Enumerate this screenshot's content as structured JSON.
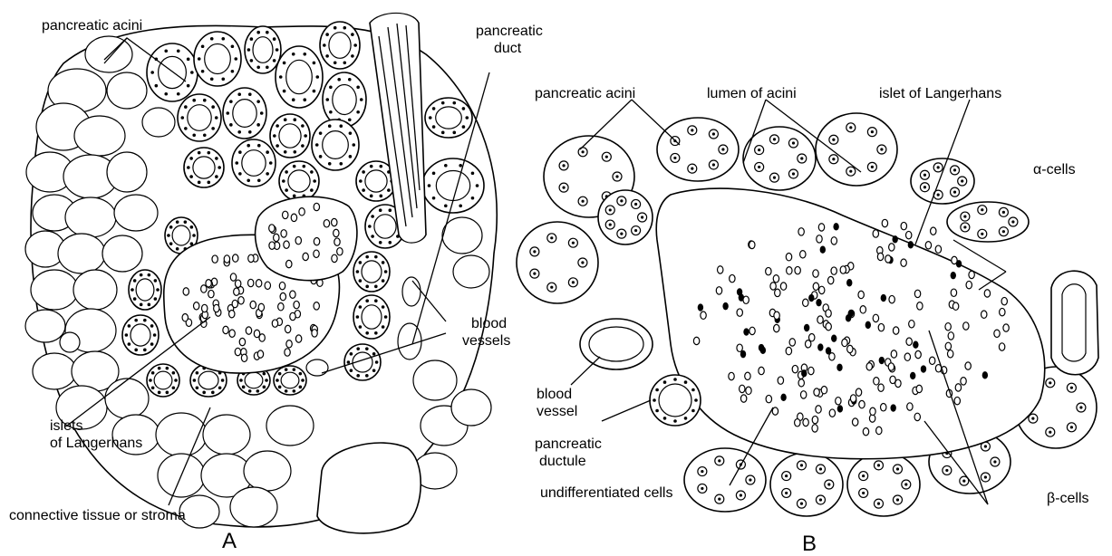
{
  "panel_a": {
    "letter": "A",
    "labels": {
      "pancreatic_acini": "pancreatic acini",
      "pancreatic_duct_line1": "pancreatic",
      "pancreatic_duct_line2": "duct",
      "blood_vessels_line1": "blood",
      "blood_vessels_line2": "vessels",
      "islets_line1": "islets",
      "islets_line2": "of Langerhans",
      "connective_tissue": "connective tissue or stroma"
    }
  },
  "panel_b": {
    "letter": "B",
    "labels": {
      "pancreatic_acini": "pancreatic acini",
      "lumen_of_acini": "lumen of acini",
      "islet_of_langerhans": "islet of Langerhans",
      "alpha_cells": "α-cells",
      "blood_vessel_line1": "blood",
      "blood_vessel_line2": "vessel",
      "pancreatic_ductule_line1": "pancreatic",
      "pancreatic_ductule_line2": "ductule",
      "undifferentiated_cells": "undifferentiated cells",
      "beta_cells": "β-cells"
    }
  }
}
